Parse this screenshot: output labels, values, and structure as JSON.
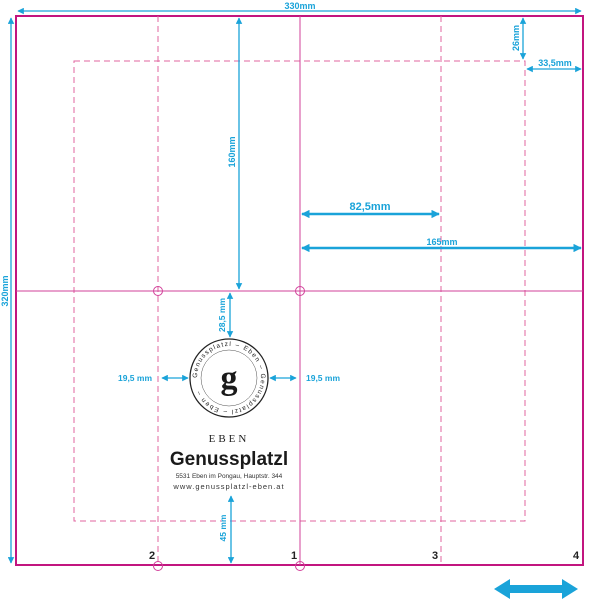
{
  "colors": {
    "trim": "#c2157f",
    "dashed": "#e0669f",
    "fold": "#d2409a",
    "dimension": "#1aa3d9",
    "text": "#1a1a1a"
  },
  "dimensions": {
    "width_total": "330mm",
    "height_total": "320mm",
    "top_margin": "26mm",
    "right_margin": "33,5mm",
    "upper_height": "160mm",
    "quarter_width": "82,5mm",
    "half_width": "165mm",
    "logo_top_gap": "28,5 mm",
    "logo_left_gap": "19,5 mm",
    "logo_right_gap": "19,5 mm",
    "bottom_gap": "45 mm"
  },
  "panels": [
    "2",
    "1",
    "3",
    "4"
  ],
  "logo": {
    "ring_text": "Genussplatzl – Eben – Genussplatzl – Eben –",
    "glyph": "g",
    "seal_icon": "g-monogram-seal-icon"
  },
  "brand": {
    "place": "EBEN",
    "name": "Genussplatzl",
    "address": "5531 Eben im Pongau, Hauptstr. 344",
    "website": "www.genussplatzl-eben.at"
  },
  "icons": {
    "corner": "double-arrow-icon"
  }
}
